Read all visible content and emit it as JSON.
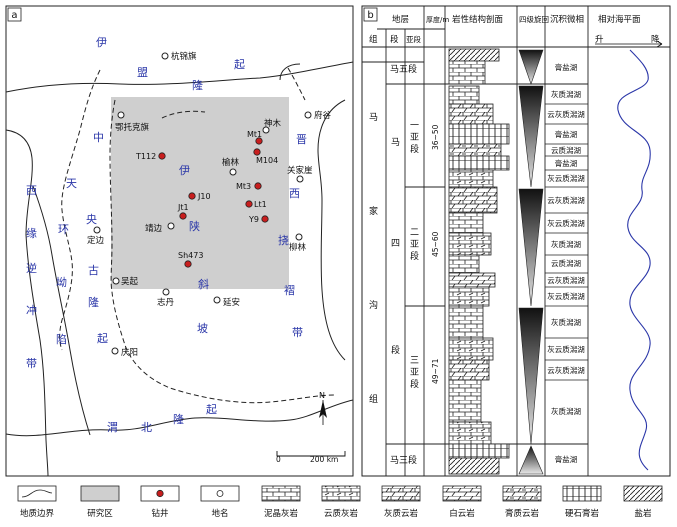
{
  "panel_a": {
    "label": "a",
    "regions": {
      "yimeng_uplift": [
        "伊",
        "盟",
        "隆",
        "起"
      ],
      "jinxi_fold": [
        "晋",
        "西",
        "挠",
        "褶",
        "带"
      ],
      "weibei_uplift": [
        "渭",
        "北",
        "隆",
        "起"
      ],
      "tianhuan": [
        "天",
        "环",
        "坳",
        "陷"
      ],
      "yishan_slope": [
        "伊",
        "陕",
        "斜",
        "坡"
      ],
      "west_thrust": [
        "西",
        "缘",
        "逆",
        "冲",
        "带"
      ],
      "central_paleo": [
        "中",
        "央",
        "古",
        "隆",
        "起"
      ]
    },
    "places": [
      "杭锦旗",
      "府谷",
      "鄂托克旗",
      "神木",
      "榆林",
      "关家崖",
      "靖边",
      "定边",
      "柳林",
      "吴起",
      "志丹",
      "延安",
      "庆阳"
    ],
    "wells": [
      "Mt1",
      "M104",
      "T112",
      "Mt3",
      "J10",
      "Lt1",
      "Jt1",
      "Y9",
      "Sh473"
    ],
    "north_arrow": "N",
    "scale": {
      "zero": "0",
      "end": "200 km"
    }
  },
  "panel_b": {
    "label": "b",
    "headers": {
      "stratum": "地层",
      "group": "组",
      "section": "段",
      "subsection": "亚段",
      "thickness": "厚度/m",
      "lithology": "岩性结构剖面",
      "cycle": "四级旋回",
      "microfacies": "沉积微相",
      "sea_level": "相对海平面",
      "rise": "升",
      "fall": "降"
    },
    "group_name": [
      "马",
      "家",
      "沟",
      "组"
    ],
    "section_ma5": "马五段",
    "section_ma4": [
      "马",
      "四",
      "段"
    ],
    "section_ma3": "马三段",
    "subsections": [
      {
        "name": [
          "一",
          "亚",
          "段"
        ],
        "thickness": "36~50"
      },
      {
        "name": [
          "二",
          "亚",
          "段"
        ],
        "thickness": "45~60"
      },
      {
        "name": [
          "三",
          "亚",
          "段"
        ],
        "thickness": "49~71"
      }
    ],
    "facies": [
      "膏盐湖",
      "灰质潟湖",
      "云灰质潟湖",
      "膏盐湖",
      "云质潟湖",
      "膏盐湖",
      "灰云质潟湖",
      "云灰质潟湖",
      "灰云质潟湖",
      "灰质潟湖",
      "云质潟湖",
      "云灰质潟湖",
      "灰云质潟湖",
      "灰质潟湖",
      "灰云质潟湖",
      "云灰质潟湖",
      "灰质潟湖",
      "膏盐湖"
    ]
  },
  "legend": [
    "地质边界",
    "研究区",
    "钻井",
    "地名",
    "泥晶灰岩",
    "云质灰岩",
    "灰质云岩",
    "白云岩",
    "膏质云岩",
    "硬石膏岩",
    "盐岩"
  ]
}
